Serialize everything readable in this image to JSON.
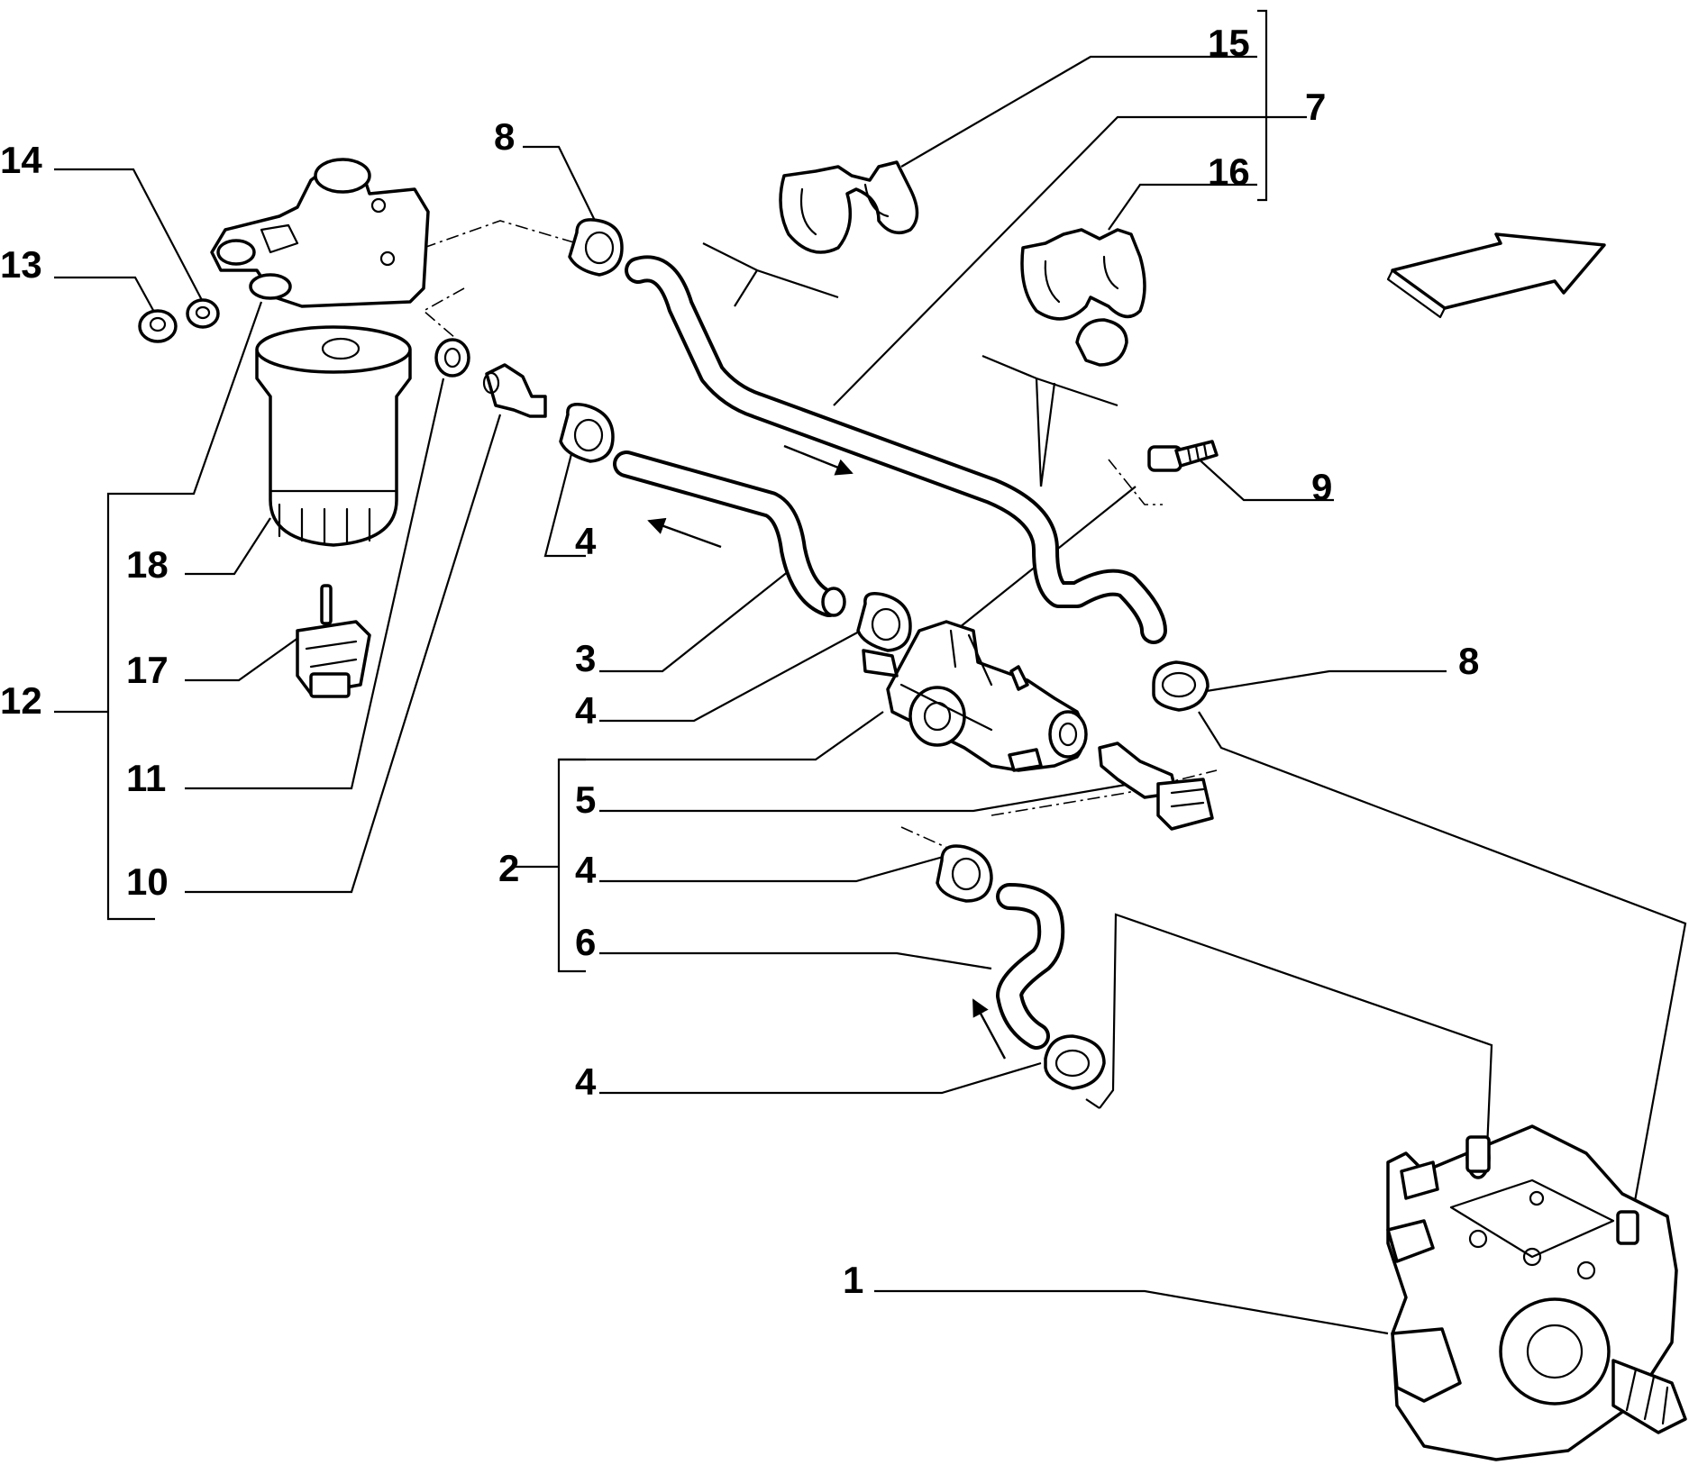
{
  "callouts": {
    "c1": "1",
    "c2": "2",
    "c3": "3",
    "c4a": "4",
    "c4b": "4",
    "c4c": "4",
    "c4d": "4",
    "c5": "5",
    "c6": "6",
    "c7": "7",
    "c8a": "8",
    "c8b": "8",
    "c9": "9",
    "c10": "10",
    "c11": "11",
    "c12": "12",
    "c13": "13",
    "c14": "14",
    "c15": "15",
    "c16": "16",
    "c17": "17",
    "c18": "18"
  },
  "icons": {
    "direction_arrow": "direction-arrow-icon",
    "flow_arrow": "flow-arrow-icon"
  }
}
